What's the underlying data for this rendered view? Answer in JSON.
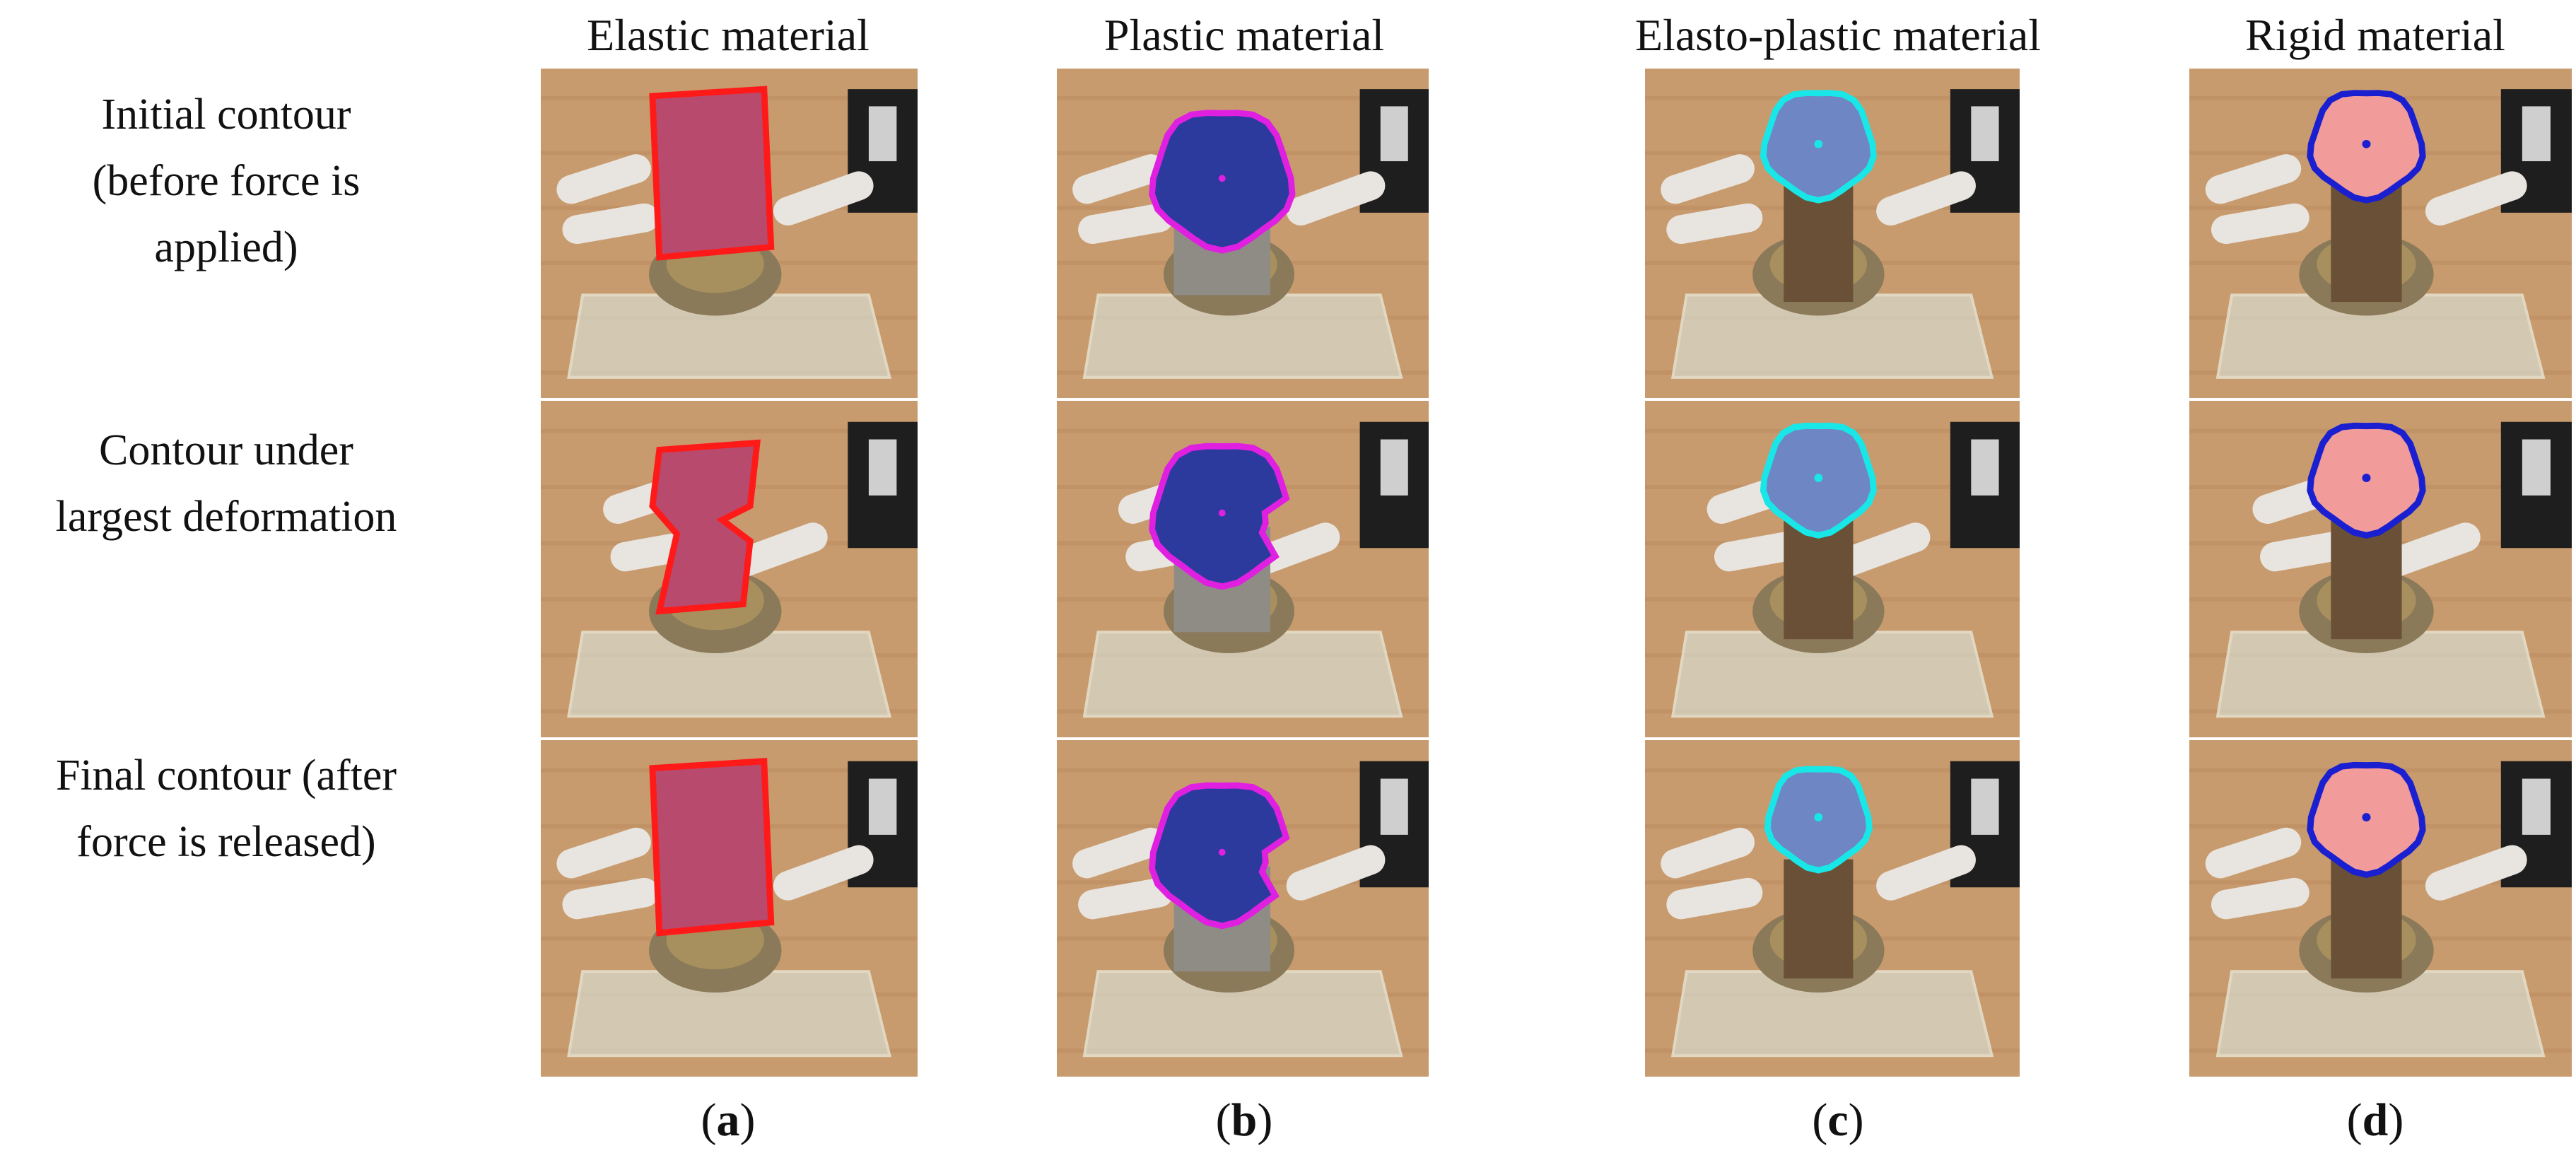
{
  "columns": [
    {
      "title": "Elastic material",
      "letter": "a"
    },
    {
      "title": "Plastic material",
      "letter": "b"
    },
    {
      "title": "Elasto-plastic material",
      "letter": "c"
    },
    {
      "title": "Rigid material",
      "letter": "d"
    }
  ],
  "rows": [
    {
      "label_lines": [
        "Initial contour",
        "(before force is",
        "applied)"
      ]
    },
    {
      "label_lines": [
        "Contour under",
        "largest deformation"
      ]
    },
    {
      "label_lines": [
        "Final contour (after",
        "force is released)"
      ]
    }
  ],
  "materials": [
    {
      "object_fill": "#b84a6e",
      "contour_color": "#ff1a1a",
      "shape": "rect"
    },
    {
      "object_fill": "#2c3a9e",
      "contour_color": "#e020e0",
      "shape": "blob"
    },
    {
      "object_fill": "#6f86c4",
      "contour_color": "#19e6e6",
      "shape": "circle"
    },
    {
      "object_fill": "#f19b9b",
      "contour_color": "#1a20d0",
      "shape": "circle"
    }
  ],
  "colors": {
    "table_wood": "#c89b6e",
    "robot_metal": "#8a7a5a",
    "finger_white": "#e8e4df",
    "glass": "#d8dccf"
  }
}
